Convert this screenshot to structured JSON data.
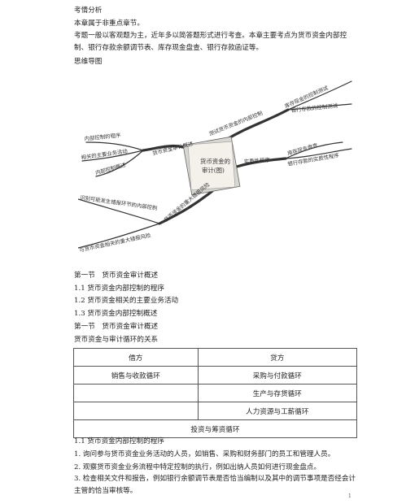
{
  "intro": {
    "heading": "考情分析",
    "line1": "本章属于非重点章节。",
    "para": "考题一般以客观题为主，近年多以简答题形式进行考查。本章主要考点为货币资金内部控制、银行存款余额调节表、库存现金盘查、银行存款函证等。",
    "mindmap_heading": "思维导图"
  },
  "mindmap": {
    "center": [
      "货币资金的",
      "审计(图)"
    ],
    "branches": {
      "overview": "货币资金审计概述",
      "overview_items": [
        "内部控制的程序",
        "相关的主要业务活动",
        "内部控制概述"
      ],
      "test": "测试货币资金的内部控制",
      "test_items": [
        "库存现金的控制测试",
        "银行存款的控制测试"
      ],
      "substantive": "实质性程序",
      "substantive_items": [
        "库存现金盘查",
        "银行存款的实质性程序"
      ],
      "risk": "货币资金的重大错报风险",
      "risk_items": [
        "识别可能发生错报环节的内部控制",
        "与货币资金相关的重大错报风险"
      ]
    }
  },
  "section": {
    "title1": "第一节　货币资金审计概述",
    "item1": "1.1 货币资金内部控制的程序",
    "item2": "1.2  货币资金相关的主要业务活动",
    "item3": "1.3  货币资金内部控制概述",
    "title2": "第一节　货币资金审计概述",
    "caption": "货币资金与审计循环的关系"
  },
  "table": {
    "debit": "借方",
    "credit": "贷方",
    "r1_left": "销售与收款循环",
    "r1_right": "采购与付款循环",
    "r2_right": "生产与存货循环",
    "r3_right": "人力资源与工薪循环",
    "bottom": "投资与筹资循环"
  },
  "after": {
    "sub": "1.1 货币资金内部控制的程序",
    "p1": "1. 询问参与货币资金业务活动的人员，如销售、采购和财务部门的员工和管理人员。",
    "p2": "2. 观察货币资金业务流程中特定控制的执行，例如出纳人员如何进行现金盘点。",
    "p3": "3. 检查相关文件和报告，例如银行余额调节表是否恰当编制以及其中的调节事项是否经会计主管的恰当审核等。"
  },
  "page_number": "1"
}
